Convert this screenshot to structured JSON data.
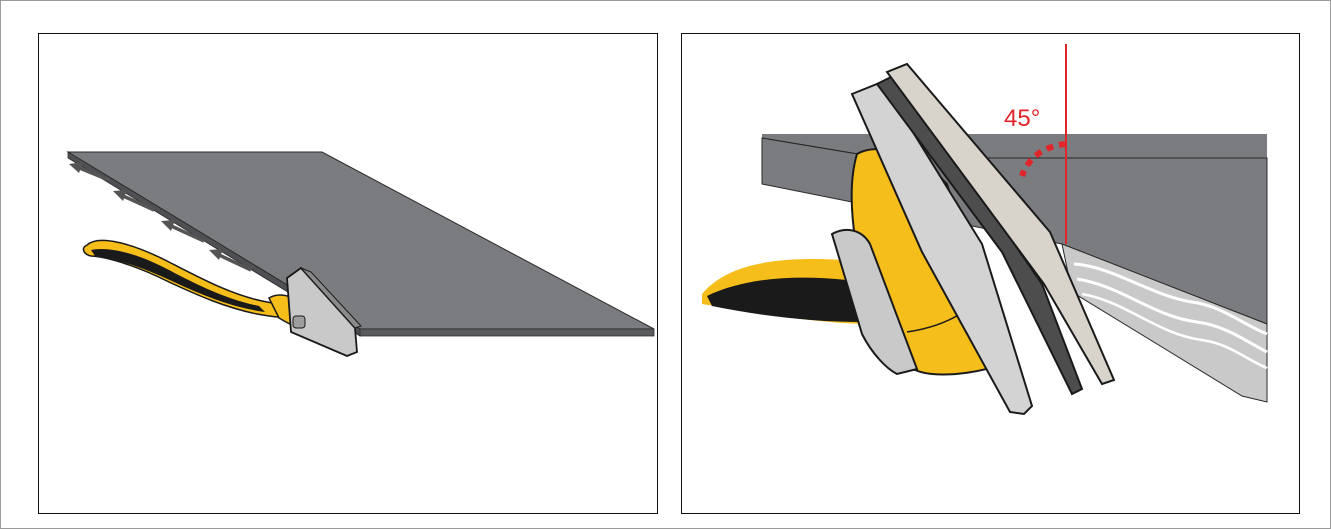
{
  "figure": {
    "panels": [
      {
        "name": "edge-trimming-overview"
      },
      {
        "name": "trimmer-angle-detail",
        "angle_label": "45°"
      }
    ],
    "colors": {
      "panel_gray": "#7b7c80",
      "panel_edge": "#5a5b5f",
      "handle_yellow": "#f6be1a",
      "handle_black": "#1a1a1a",
      "tool_silver": "#c9c9c9",
      "annotation_red": "#e0262a"
    }
  }
}
